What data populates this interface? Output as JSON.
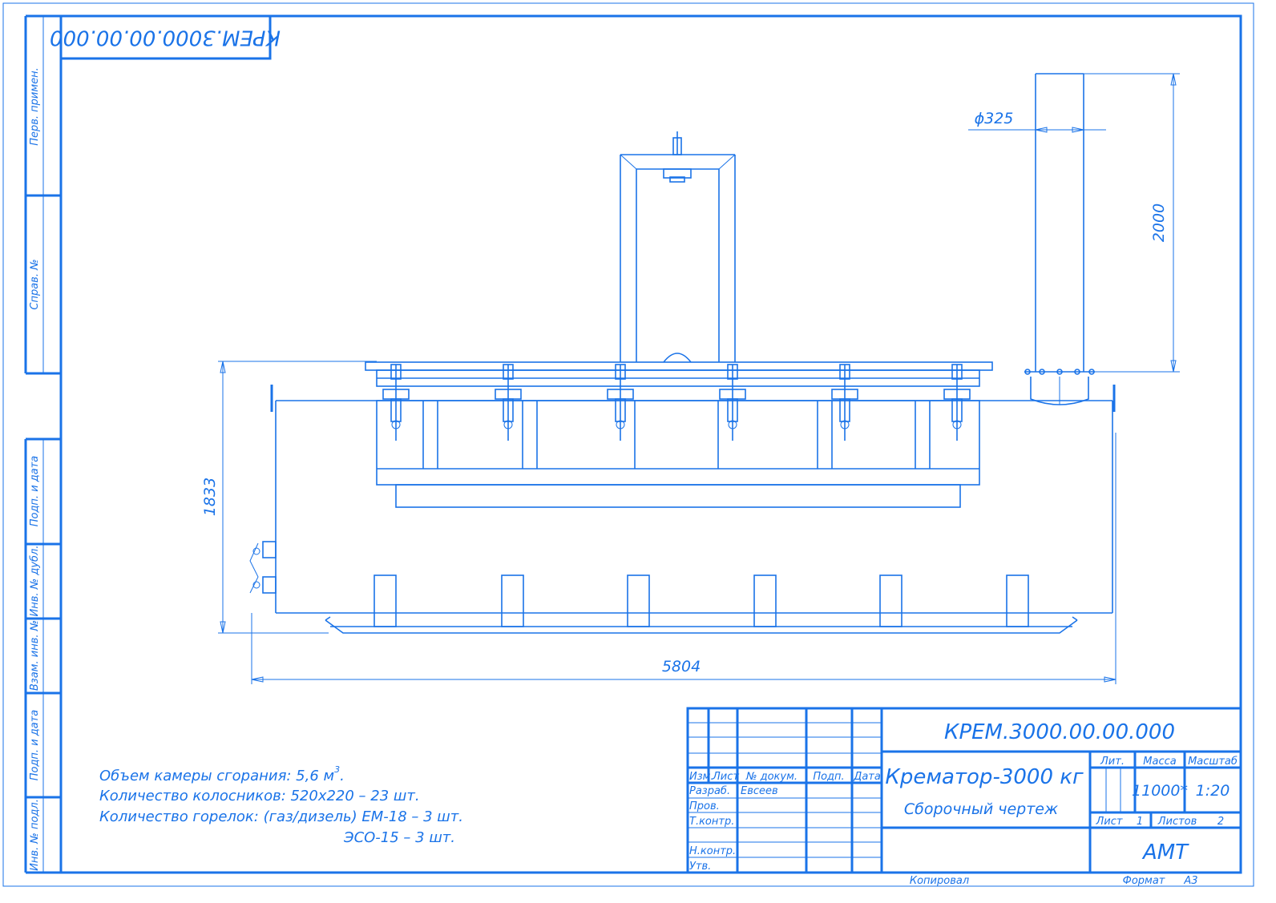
{
  "drawing": {
    "designation_mirrored": "КРЕМ.3000.00.00.000",
    "dimensions": {
      "chimney_diameter": "ϕ325",
      "chimney_height": "2000",
      "overall_height": "1833",
      "overall_length": "5804"
    },
    "notes": [
      {
        "text": "Объем камеры сгорания: 5,6 м",
        "sup": "3",
        "tail": "."
      },
      {
        "text": "Количество колосников: 520x220 – 23 шт.",
        "sup": "",
        "tail": ""
      },
      {
        "text": "Количество горелок: (газ/дизель) ЕМ-18 – 3 шт.",
        "sup": "",
        "tail": ""
      },
      {
        "text": "ЭСО-15 – 3 шт.",
        "sup": "",
        "tail": ""
      }
    ]
  },
  "left_margin": {
    "perv_primen": "Перв. примен.",
    "sprav_no": "Справ. №",
    "podp_data_1": "Подп. и дата",
    "inv_dubl": "Инв. № дубл.",
    "vzam_inv": "Взам. инв. №",
    "podp_data_2": "Подп. и дата",
    "inv_podl": "Инв. № подл."
  },
  "title_block": {
    "designation": "КРЕМ.3000.00.00.000",
    "product_name": "Крематор-3000 кг",
    "document_type": "Сборочный чертеж",
    "headers": {
      "izm": "Изм.",
      "list": "Лист",
      "doc_no": "№ докум.",
      "podp": "Подп.",
      "data": "Дата"
    },
    "rows": {
      "razrab": "Разраб.",
      "razrab_name": "Евсеев",
      "prov": "Пров.",
      "tkontr": "Т.контр.",
      "nkontr": "Н.контр.",
      "utv": "Утв."
    },
    "lit_label": "Лит.",
    "mass_label": "Масса",
    "scale_label": "Масштаб",
    "mass_value": "11000*",
    "scale_value": "1:20",
    "sheet_label": "Лист",
    "sheet_value": "1",
    "sheets_label": "Листов",
    "sheets_value": "2",
    "organization": "АМТ"
  },
  "footer": {
    "copied": "Копировал",
    "format_label": "Формат",
    "format_value": "А3"
  }
}
